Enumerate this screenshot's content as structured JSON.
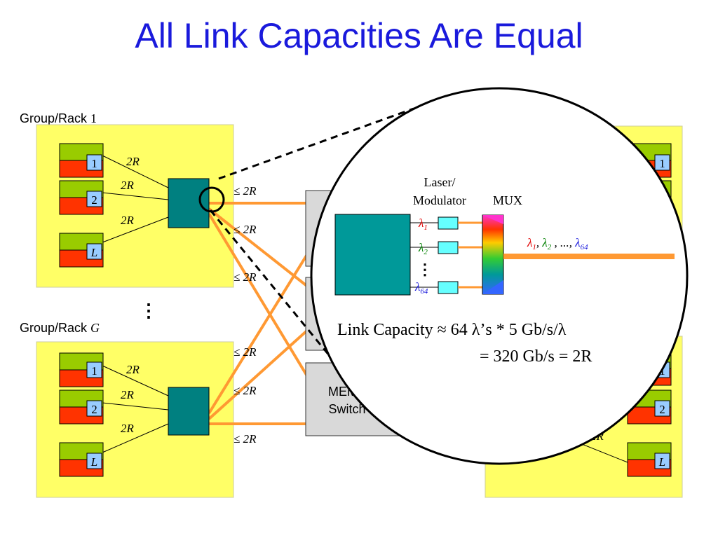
{
  "title": "All Link Capacities Are Equal",
  "groups": [
    {
      "label_prefix": "Group/Rack ",
      "label_index": "1"
    },
    {
      "label_prefix": "Group/Rack ",
      "label_index": "G"
    }
  ],
  "linecards": [
    "1",
    "2",
    "L"
  ],
  "link_label_2r": "2R",
  "link_label_le2r": "≤ 2R",
  "dots": "⋮",
  "mems_switch": {
    "line1": "MEMS",
    "line2": "Switch"
  },
  "inset": {
    "laser_label_1": "Laser/",
    "laser_label_2": "Modulator",
    "mux_label": "MUX",
    "lambda_sym": "λ",
    "lambdas": [
      {
        "sub": "1",
        "color": "#e00000"
      },
      {
        "sub": "2",
        "color": "#008000"
      },
      {
        "sub": "64",
        "color": "#1a1adc"
      }
    ],
    "channel_list": {
      "sep1": ", ",
      "sep2": " , ..., "
    },
    "vdots": "⋮",
    "capacity_line1": "Link Capacity ≈ 64 λ’s * 5 Gb/s/λ",
    "capacity_line2": "= 320 Gb/s = 2R"
  },
  "colors": {
    "title": "#1a1adc",
    "rack_fill": "#ffff66",
    "linecard_top": "#99cc00",
    "linecard_bottom": "#ff3300",
    "index_box": "#99ccff",
    "switch_fill": "#008080",
    "fiber": "#ff9933",
    "mems_fill": "#d9d9d9",
    "laser_fill": "#66ffff"
  }
}
